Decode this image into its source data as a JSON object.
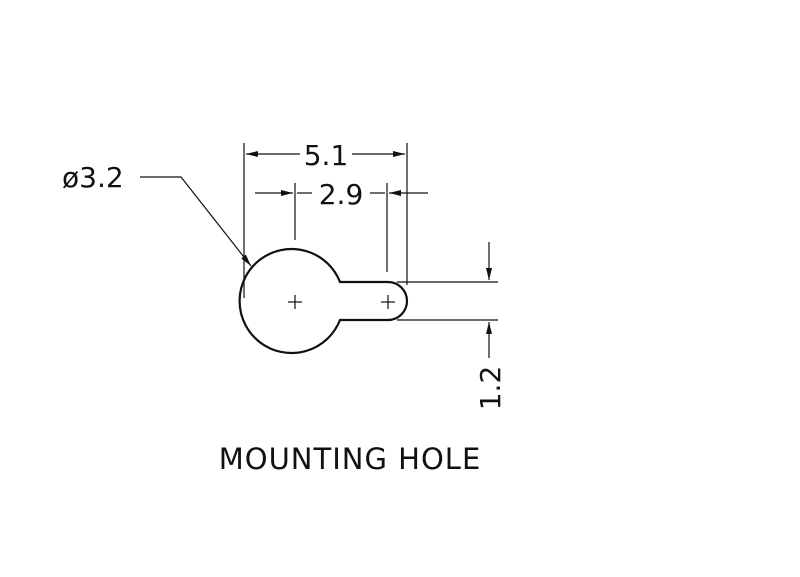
{
  "drawing": {
    "title": "MOUNTING HOLE",
    "dimensions": {
      "overall_length": "5.1",
      "center_distance": "2.9",
      "slot_width": "1.2",
      "hole_diameter": "ø3.2"
    },
    "line_color": "#111111"
  }
}
